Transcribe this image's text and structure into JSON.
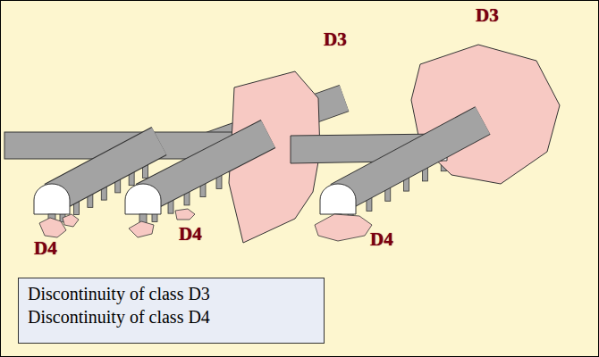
{
  "diagram": {
    "nodes": [
      {
        "text": [
          "Discontinuity of class D3",
          "Discontinuity of class D4"
        ]
      }
    ],
    "labels": [
      "D3",
      "D3",
      "D4",
      "D4",
      "D4"
    ]
  }
}
